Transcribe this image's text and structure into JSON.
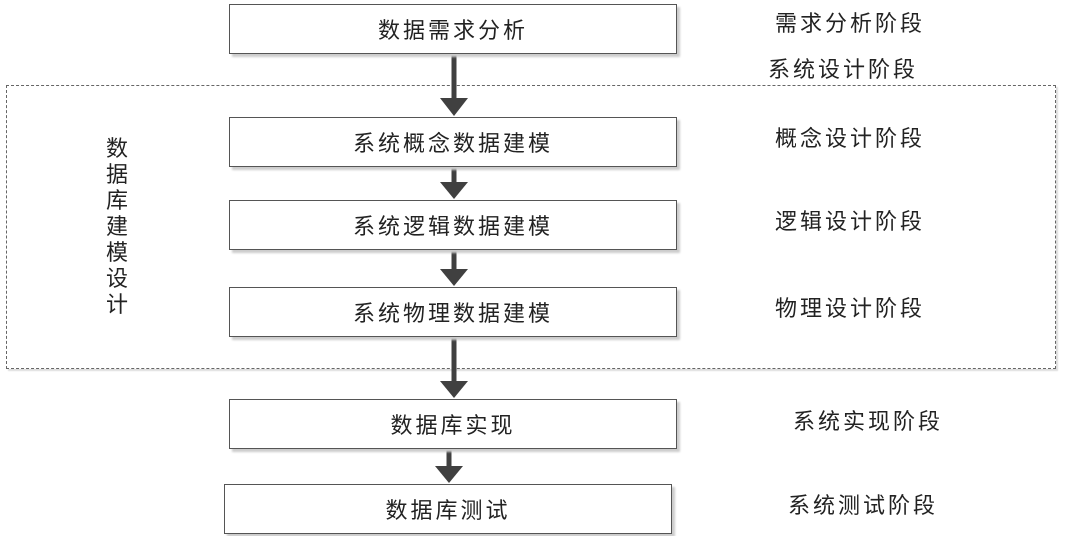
{
  "steps": [
    {
      "label": "数据需求分析",
      "stage": "需求分析阶段"
    },
    {
      "label": "系统概念数据建模",
      "stage": "概念设计阶段"
    },
    {
      "label": "系统逻辑数据建模",
      "stage": "逻辑设计阶段"
    },
    {
      "label": "系统物理数据建模",
      "stage": "物理设计阶段"
    },
    {
      "label": "数据库实现",
      "stage": "系统实现阶段"
    },
    {
      "label": "数据库测试",
      "stage": "系统测试阶段"
    }
  ],
  "group": {
    "stage": "系统设计阶段",
    "side_label": "数据库建模设计"
  },
  "colors": {
    "arrow": "#404040",
    "border": "#555555"
  }
}
